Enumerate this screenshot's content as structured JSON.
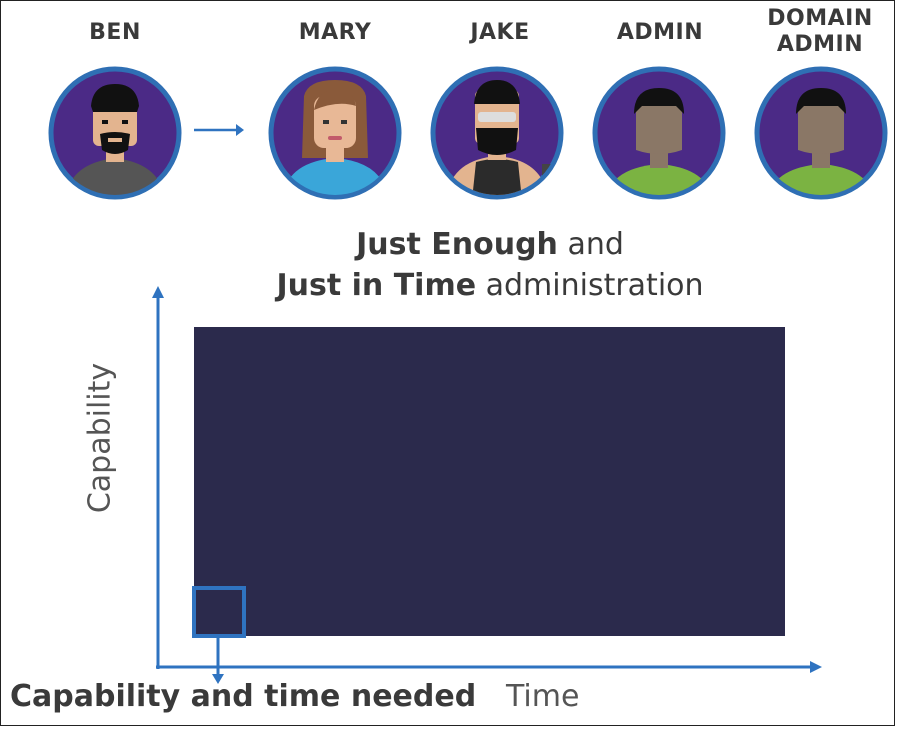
{
  "personas": [
    {
      "name": "BEN",
      "shirt": "#555555",
      "skin": "#e3b48f"
    },
    {
      "name": "MARY",
      "shirt": "#3aa6d9",
      "skin": "#e8b896"
    },
    {
      "name": "JAKE",
      "shirt": "#2b2b2b",
      "skin": "#e3b48f"
    },
    {
      "name": "ADMIN",
      "shirt": "#7bb342",
      "skin": "#8a7766"
    },
    {
      "name": "DOMAIN\nADMIN",
      "shirt": "#7bb342",
      "skin": "#8a7766"
    }
  ],
  "heading": {
    "line1_bold": "Just Enough",
    "line1_rest": " and",
    "line2_bold": "Just in Time",
    "line2_rest": " administration"
  },
  "axes": {
    "y_label": "Capability",
    "x_label": "Time"
  },
  "needed_label": "Capability and time needed",
  "colors": {
    "avatar_bg": "#4b2a86",
    "avatar_ring": "#2f6fb4",
    "area_fill": "#2b2a4c",
    "accent_blue": "#2f73c0",
    "text": "#3a3a3a"
  }
}
